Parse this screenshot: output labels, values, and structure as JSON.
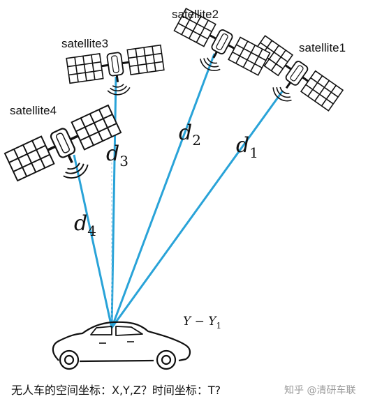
{
  "satellites": [
    {
      "id": "satellite1",
      "label": "satellite1"
    },
    {
      "id": "satellite2",
      "label": "satellite2"
    },
    {
      "id": "satellite3",
      "label": "satellite3"
    },
    {
      "id": "satellite4",
      "label": "satellite4"
    }
  ],
  "distances": [
    {
      "base": "d",
      "sub": "1"
    },
    {
      "base": "d",
      "sub": "2"
    },
    {
      "base": "d",
      "sub": "3"
    },
    {
      "base": "d",
      "sub": "4"
    }
  ],
  "delta_label": {
    "a": "Y",
    "op": " − ",
    "b": "Y",
    "b_sub": "1"
  },
  "caption": "无人车的空间坐标：X,Y,Z？时间坐标：T?",
  "watermark": "知乎 @清研车联",
  "colors": {
    "line": "#29a3d8",
    "ink": "#111111",
    "panel_fill": "#ffffff"
  }
}
